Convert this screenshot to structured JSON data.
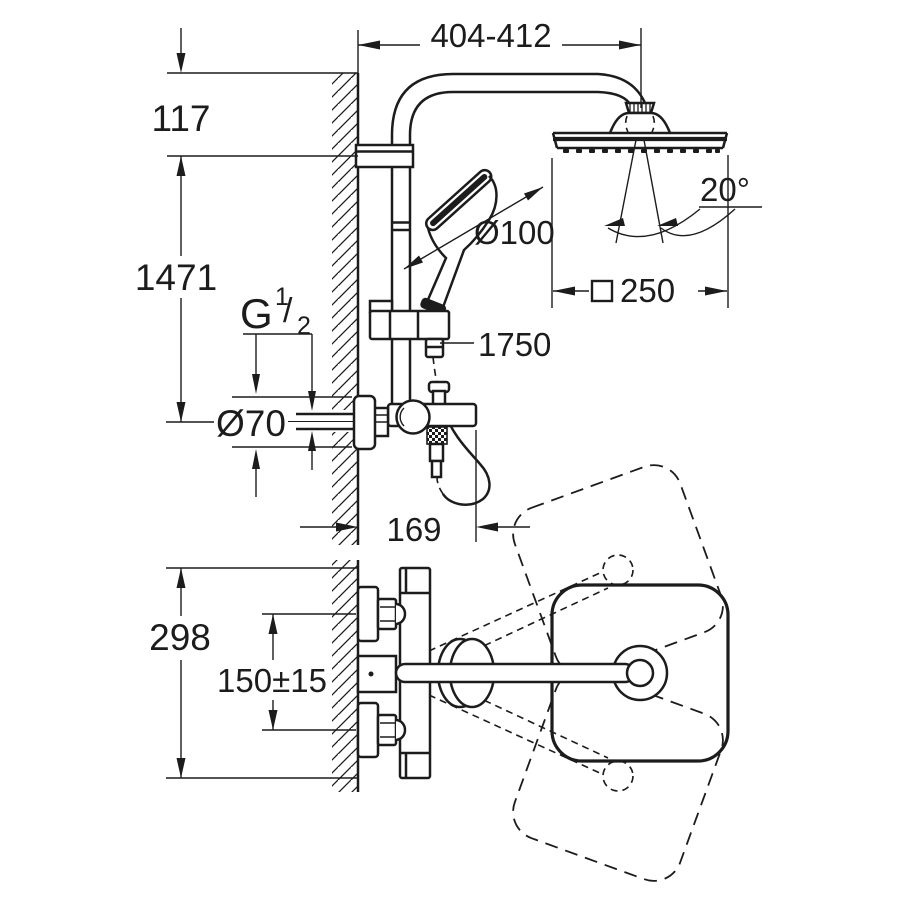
{
  "drawing": {
    "background": "#ffffff",
    "line_color": "#1c1c1c",
    "views": {
      "front": {
        "dim_top_width": "404-412",
        "dim_upper_offset": "117",
        "dim_column_height": "1471",
        "thread_label": {
          "prefix": "G",
          "numerator": "1",
          "slash": "/",
          "denominator": "2"
        },
        "dim_escutcheon_diameter": "Ø70",
        "dim_hand_shower_diameter": "Ø100",
        "dim_hose_length": "1750",
        "dim_spray_angle": "20°",
        "head_shower_width_symbol": "square",
        "dim_head_shower_width": "250",
        "dim_projection": "169"
      },
      "plan": {
        "dim_overall_height": "298",
        "dim_connection_spacing": "150±15"
      }
    }
  }
}
